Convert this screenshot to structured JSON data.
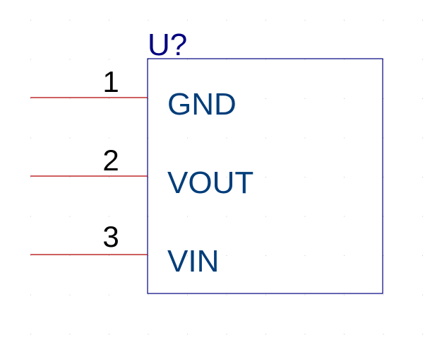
{
  "colors": {
    "background": "#ffffff",
    "grid_dot": "#c8c8c8",
    "body_border": "#000080",
    "designator": "#000080",
    "pin_line": "#b00000",
    "pin_name": "#003d7a",
    "pin_number": "#000000"
  },
  "component": {
    "designator": "U?",
    "pins": [
      {
        "number": "1",
        "name": "GND"
      },
      {
        "number": "2",
        "name": "VOUT"
      },
      {
        "number": "3",
        "name": "VIN"
      }
    ]
  }
}
